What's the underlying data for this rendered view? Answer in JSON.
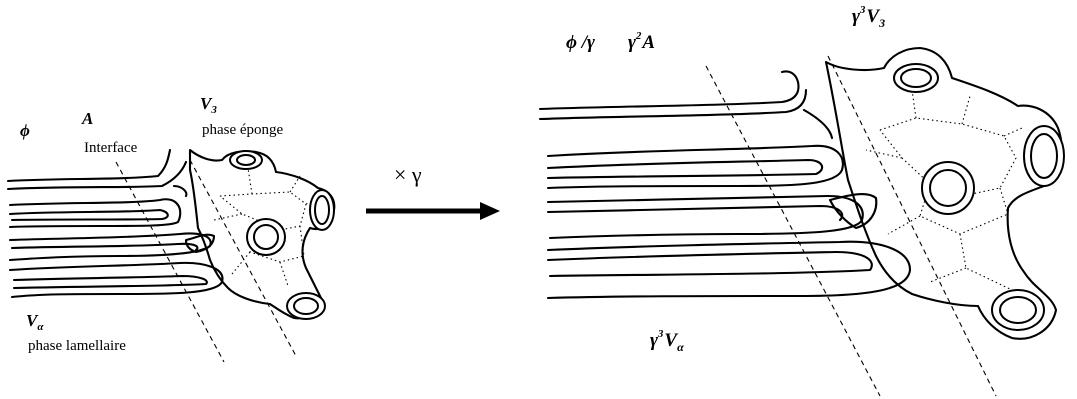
{
  "left_diagram": {
    "phi": "ϕ",
    "A": "A",
    "interface": "Interface",
    "V3_main": "V",
    "V3_sub": "3",
    "sponge_phase": "phase éponge",
    "Va_main": "V",
    "Va_sub": "α",
    "lamellar_phase": "phase lamellaire"
  },
  "transform": {
    "label": "× γ"
  },
  "right_diagram": {
    "phi_over_gamma": "ϕ /γ",
    "g2A_gamma": "γ",
    "g2A_exp": "2",
    "g2A_A": "A",
    "g3V3_gamma": "γ",
    "g3V3_exp": "3",
    "g3V3_V": "V",
    "g3V3_sub": "3",
    "g3Va_gamma": "γ",
    "g3Va_exp": "3",
    "g3Va_V": "V",
    "g3Va_sub": "α"
  },
  "colors": {
    "ink": "#000000",
    "background": "#ffffff"
  }
}
